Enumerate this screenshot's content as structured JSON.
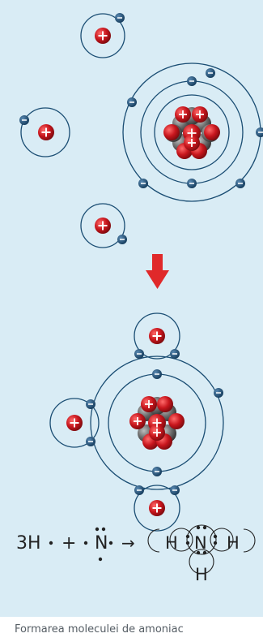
{
  "colors": {
    "background": "#d9ecf5",
    "orbit": "#1a4d73",
    "electron": "#1a4d73",
    "proton": "#c8161d",
    "neutron": "#6b6b6b",
    "arrow": "#e0292a",
    "caption_text": "#555d64"
  },
  "icons": {
    "proton_sign": "plus",
    "electron_sign": "minus",
    "reaction_arrow": "arrow-down-icon"
  },
  "diagram": {
    "top": {
      "hydrogen_atoms": 3,
      "nitrogen_atom": {
        "protons_and_neutrons_nucleus": true,
        "inner_shell_electrons": 2,
        "outer_shell_electrons": 5
      }
    },
    "bottom": {
      "molecule": "ammonia",
      "shared_electron_pairs": 3
    }
  },
  "equation": {
    "coefficient_h": "3H",
    "plus": "+",
    "n_symbol": "N",
    "arrow": "→",
    "product": {
      "h_left": "H",
      "n_center": "N",
      "h_right": "H",
      "h_bottom": "H"
    }
  },
  "caption": "Formarea moleculei de amoniac"
}
